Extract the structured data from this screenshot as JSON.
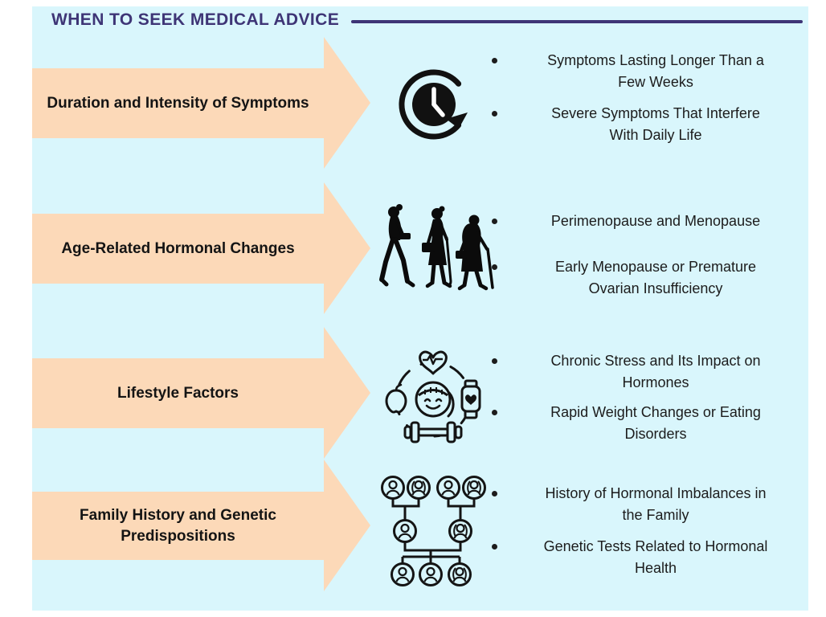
{
  "page": {
    "title": "WHEN TO SEEK MEDICAL ADVICE"
  },
  "colors": {
    "panel_blue": "#d9f6fc",
    "arrow_peach": "#fcd9b8",
    "heading_purple": "#3e3576",
    "text_dark": "#1c1c1c"
  },
  "rows": [
    {
      "title": "Duration and Intensity of Symptoms",
      "icon": "clock-history-icon",
      "bullets": [
        "Symptoms Lasting Longer Than a\nFew Weeks",
        "Severe Symptoms That Interfere\nWith Daily Life"
      ]
    },
    {
      "title": "Age-Related Hormonal Changes",
      "icon": "aging-women-icon",
      "bullets": [
        "Perimenopause and Menopause",
        "Early Menopause or Premature\nOvarian Insufficiency"
      ]
    },
    {
      "title": "Lifestyle Factors",
      "icon": "healthy-lifestyle-icon",
      "bullets": [
        "Chronic Stress and Its Impact on\nHormones",
        "Rapid Weight Changes or Eating\nDisorders"
      ]
    },
    {
      "title": "Family History and Genetic\nPredispositions",
      "icon": "family-tree-icon",
      "bullets": [
        "History of Hormonal Imbalances in\nthe Family",
        "Genetic Tests Related to Hormonal\nHealth"
      ]
    }
  ]
}
